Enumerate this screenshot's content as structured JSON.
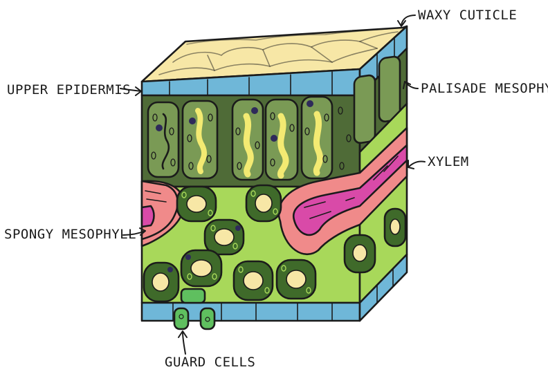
{
  "labels": {
    "waxy_cuticle": "WAXY CUTICLE",
    "upper_epidermis": "UPPER EPIDERMIS",
    "palisade_mesophyll": "PALISADE MESOPHYLL",
    "xylem": "XYLEM",
    "spongy_mesophyll": "SPONGY MESOPHYLL",
    "guard_cells": "GUARD CELLS"
  },
  "colors": {
    "cuticle": "#f7e7a6",
    "epidermis": "#6fb7d8",
    "palisade": "#4f6b37",
    "palisade_cell": "#7a9a55",
    "spongy": "#a8d85a",
    "spongy_cell": "#3f6a2a",
    "vascular_pink": "#f08a8a",
    "xylem": "#d94aa8",
    "vacuole": "#f3ea72",
    "nucleus": "#2e2a5a",
    "guard": "#5fbf5f"
  }
}
